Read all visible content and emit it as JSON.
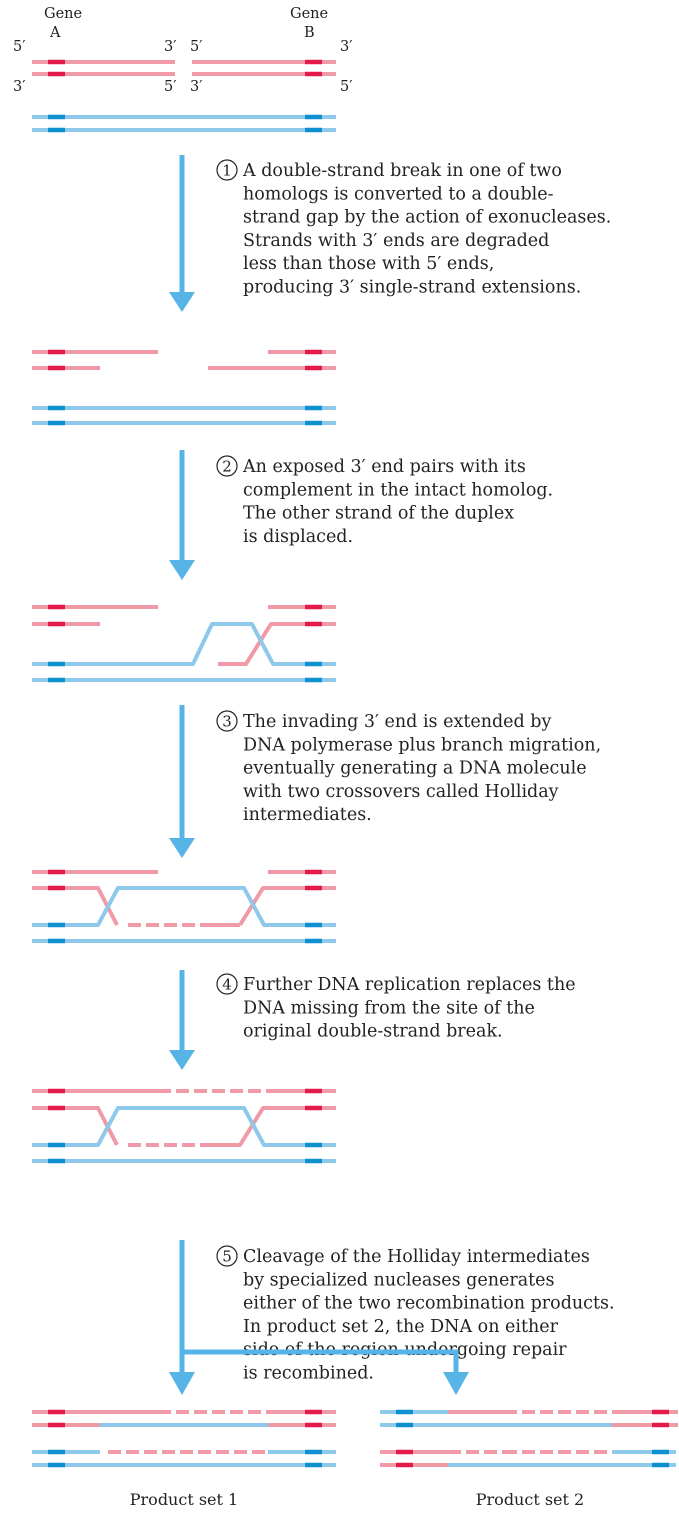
{
  "colors": {
    "pink_strand": "#f19aa7",
    "gene_pink": "#e31b4a",
    "blue_strand": "#8ec8ea",
    "gene_blue": "#0d8fd0",
    "arrow": "#56b4e6",
    "text": "#222222"
  },
  "labels": {
    "gene_a": [
      "Gene",
      "A"
    ],
    "gene_b": [
      "Gene",
      "B"
    ],
    "top_ends": [
      "5′",
      "3′",
      "5′",
      "3′"
    ],
    "bottom_ends": [
      "3′",
      "5′",
      "3′",
      "5′"
    ]
  },
  "steps": [
    {
      "number": "1",
      "lines": [
        "A double-strand break in one of two",
        "homologs is converted to a double-",
        "strand gap by the action of exonucleases.",
        "Strands with 3′ ends are degraded",
        "less than those with 5′ ends,",
        "producing 3′ single-strand extensions."
      ]
    },
    {
      "number": "2",
      "lines": [
        "An exposed 3′ end pairs with its",
        "complement in the intact homolog.",
        "The other strand of the duplex",
        "is displaced."
      ]
    },
    {
      "number": "3",
      "lines": [
        "The invading 3′ end is extended by",
        "DNA polymerase plus branch migration,",
        "eventually generating a DNA molecule",
        "with two crossovers called Holliday",
        "intermediates."
      ]
    },
    {
      "number": "4",
      "lines": [
        "Further DNA replication replaces the",
        "DNA missing from the site of the",
        "original double-strand break."
      ]
    },
    {
      "number": "5",
      "lines": [
        "Cleavage of the Holliday intermediates",
        "by specialized nucleases generates",
        "either of the two recombination products.",
        "In product set 2, the DNA on either",
        "side of the region undergoing repair",
        "is recombined."
      ]
    }
  ],
  "products": [
    "Product set 1",
    "Product set 2"
  ]
}
